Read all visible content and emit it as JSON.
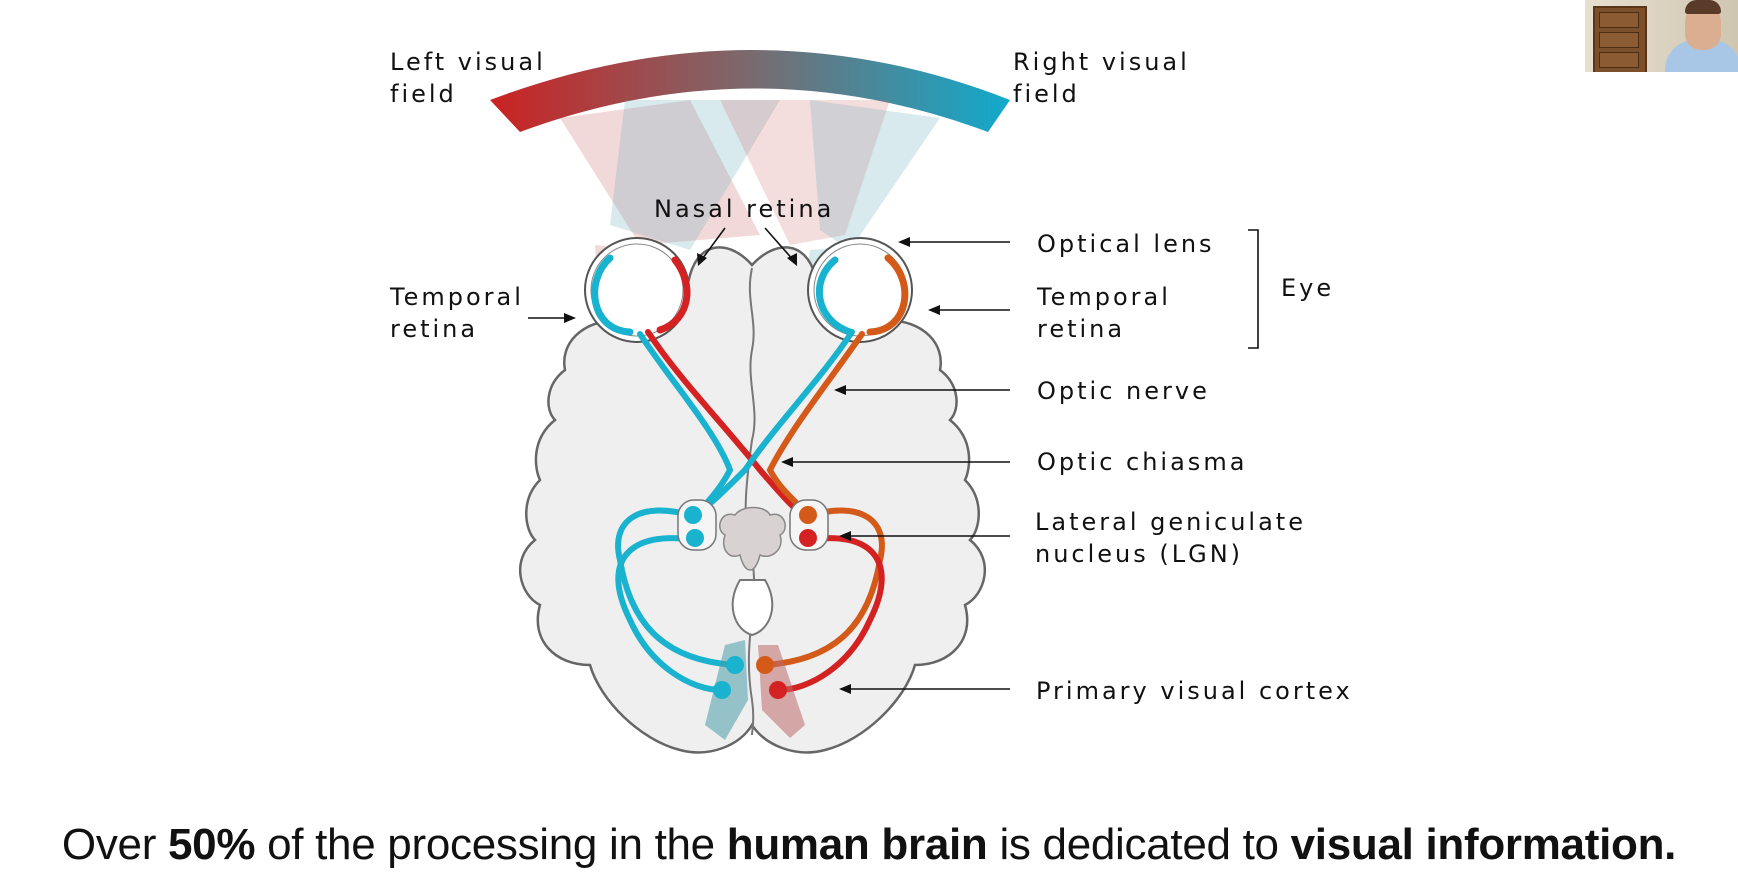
{
  "labels": {
    "left_visual_field": [
      "Left visual",
      "field"
    ],
    "right_visual_field": [
      "Right visual",
      "field"
    ],
    "nasal_retina": "Nasal retina",
    "temporal_retina_left": [
      "Temporal",
      "retina"
    ],
    "optical_lens": "Optical lens",
    "eye": "Eye",
    "temporal_retina_right": [
      "Temporal",
      "retina"
    ],
    "optic_nerve": "Optic nerve",
    "optic_chiasma": "Optic chiasma",
    "lgn": [
      "Lateral geniculate",
      "nucleus (LGN)"
    ],
    "primary_visual_cortex": "Primary visual cortex"
  },
  "caption": {
    "p1": "Over ",
    "b1": "50%",
    "p2": " of the processing in the ",
    "b2": "human brain",
    "p3": " is dedicated to ",
    "b3": "visual information."
  },
  "colors": {
    "left_field": "#cc2222",
    "right_field": "#11aacc",
    "left_path_orange": "#d45a1a",
    "brain_fill": "#eeeeee",
    "brain_stroke": "#666666"
  }
}
